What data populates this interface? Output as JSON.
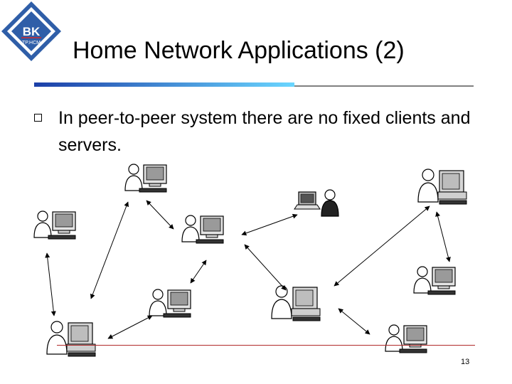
{
  "logo": {
    "line1": "BK",
    "line2": "TP.HCM"
  },
  "slide": {
    "title": "Home Network Applications (2)",
    "bullet": "In  peer-to-peer system there are no fixed clients and servers.",
    "page_number": "13"
  },
  "colors": {
    "logo_blue": "#2f5ea8",
    "logo_red": "#d12a2a",
    "rule_blue": "#1c3fa8",
    "rule_cyan": "#6ad6ff",
    "footer_red": "#b02a2a"
  }
}
